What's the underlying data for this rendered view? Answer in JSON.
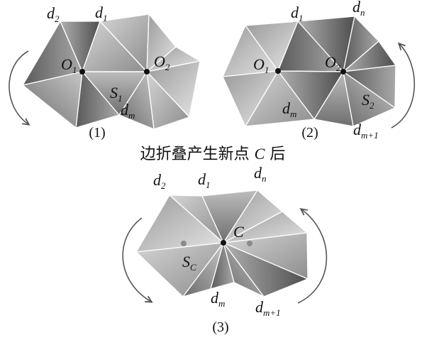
{
  "figure": {
    "title_prefix": "边折叠产生新点 ",
    "title_var": "C",
    "title_suffix": " 后",
    "panels": [
      {
        "caption": "(1)",
        "labels": {
          "d2": "d",
          "d2_sub": "2",
          "d1": "d",
          "d1_sub": "1",
          "O1": "O",
          "O1_sub": "1",
          "O2": "O",
          "O2_sub": "2",
          "S1": "S",
          "S1_sub": "1",
          "dm": "d",
          "dm_sub": "m"
        }
      },
      {
        "caption": "(2)",
        "labels": {
          "d1": "d",
          "d1_sub": "1",
          "dn": "d",
          "dn_sub": "n",
          "O1": "O",
          "O1_sub": "1",
          "O2": "O",
          "O2_sub": "2",
          "dm": "d",
          "dm_sub": "m",
          "S2": "S",
          "S2_sub": "2",
          "dm1": "d",
          "dm1_sub": "m+1"
        }
      },
      {
        "caption": "(3)",
        "labels": {
          "d2": "d",
          "d2_sub": "2",
          "d1": "d",
          "d1_sub": "1",
          "dn": "d",
          "dn_sub": "n",
          "C": "C",
          "SC": "S",
          "SC_sub": "C",
          "dm": "d",
          "dm_sub": "m",
          "dm1": "d",
          "dm1_sub": "m+1"
        }
      }
    ],
    "colors": {
      "background": "#ffffff",
      "text": "#111111",
      "vertex": "#111111",
      "ghost_vertex": "#8a8a8a",
      "arrow": "#555555"
    }
  }
}
